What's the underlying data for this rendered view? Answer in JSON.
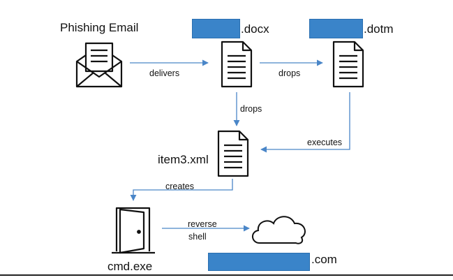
{
  "colors": {
    "arrow": "#4a86c8",
    "redaction": "#3a84c9",
    "icon_stroke": "#111111"
  },
  "nodes": {
    "phishing_email": {
      "label": "Phishing Email",
      "icon": "envelope-icon"
    },
    "docx": {
      "label": ".docx",
      "icon": "document-icon"
    },
    "dotm": {
      "label": ".dotm",
      "icon": "document-icon"
    },
    "item3": {
      "label": "item3.xml",
      "icon": "document-icon"
    },
    "cmd": {
      "label": "cmd.exe",
      "icon": "open-door-icon"
    },
    "domain": {
      "label": ".com",
      "icon": "cloud-icon"
    }
  },
  "edges": {
    "delivers": "delivers",
    "drops_right": "drops",
    "drops_down": "drops",
    "executes": "executes",
    "creates": "creates",
    "reverse_shell_line1": "reverse",
    "reverse_shell_line2": "shell"
  }
}
